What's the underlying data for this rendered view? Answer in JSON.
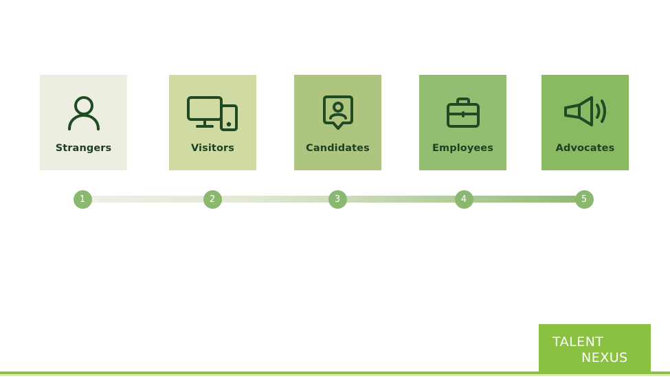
{
  "stages": [
    {
      "label": "Strangers",
      "number": "1",
      "icon": "user-icon",
      "bg": "#eceee2"
    },
    {
      "label": "Visitors",
      "number": "2",
      "icon": "devices-icon",
      "bg": "#cfdba2"
    },
    {
      "label": "Candidates",
      "number": "3",
      "icon": "user-badge-icon",
      "bg": "#adc57f"
    },
    {
      "label": "Employees",
      "number": "4",
      "icon": "briefcase-icon",
      "bg": "#93be71"
    },
    {
      "label": "Advocates",
      "number": "5",
      "icon": "megaphone-icon",
      "bg": "#8ab963"
    }
  ],
  "colors": {
    "icon_stroke": "#1f4a24",
    "label_text": "#1f3f22",
    "dot_fill": "#8ab86e",
    "brand_green": "#8ac141"
  },
  "logo": {
    "line1": "TALENT",
    "line2": "NEXUS"
  }
}
